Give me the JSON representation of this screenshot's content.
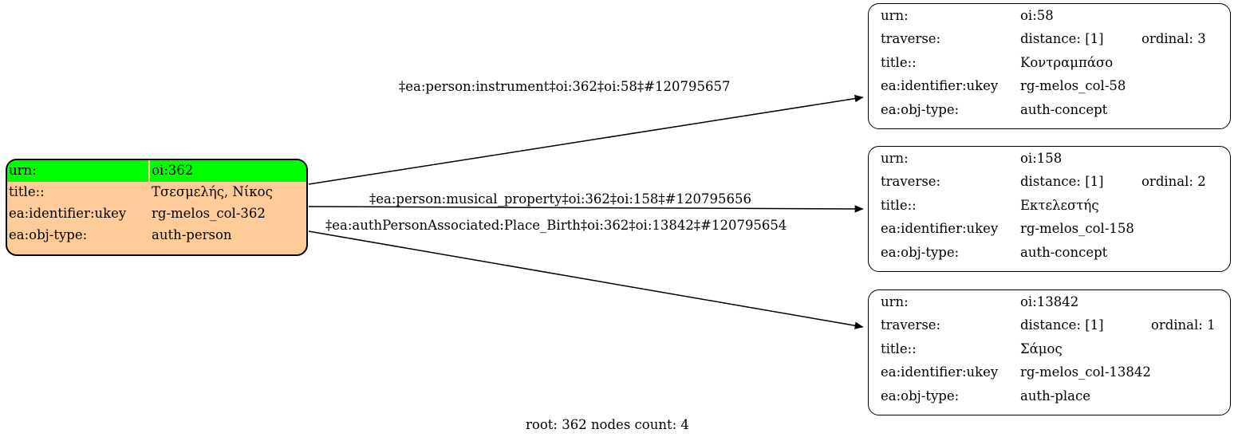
{
  "graph": {
    "caption": "root: 362 nodes count: 4",
    "colors": {
      "root_fill": "#ffcc99",
      "highlight": "#00ff00",
      "node_fill": "#ffffff",
      "stroke": "#000000"
    },
    "root_node": {
      "name": "auth-person-362",
      "rows": [
        {
          "key": "urn:",
          "value": "oi:362",
          "highlight": true
        },
        {
          "key": "title::",
          "value": "Τσεσμελής, Νίκος",
          "highlight": false
        },
        {
          "key": "ea:identifier:ukey",
          "value": "rg-melos_col-362",
          "highlight": false
        },
        {
          "key": "ea:obj-type:",
          "value": "auth-person",
          "highlight": false
        }
      ]
    },
    "target_nodes": [
      {
        "name": "auth-concept-58",
        "rows": [
          {
            "key": "urn:",
            "value": "oi:58",
            "value2": ""
          },
          {
            "key": "traverse:",
            "value": "distance: [1]",
            "value2": "ordinal: 3"
          },
          {
            "key": "title::",
            "value": "Κοντραμπάσο",
            "value2": ""
          },
          {
            "key": "ea:identifier:ukey",
            "value": "rg-melos_col-58",
            "value2": ""
          },
          {
            "key": "ea:obj-type:",
            "value": "auth-concept",
            "value2": ""
          }
        ]
      },
      {
        "name": "auth-concept-158",
        "rows": [
          {
            "key": "urn:",
            "value": "oi:158",
            "value2": ""
          },
          {
            "key": "traverse:",
            "value": "distance: [1]",
            "value2": "ordinal: 2"
          },
          {
            "key": "title::",
            "value": "Εκτελεστής",
            "value2": ""
          },
          {
            "key": "ea:identifier:ukey",
            "value": "rg-melos_col-158",
            "value2": ""
          },
          {
            "key": "ea:obj-type:",
            "value": "auth-concept",
            "value2": ""
          }
        ]
      },
      {
        "name": "auth-place-13842",
        "rows": [
          {
            "key": "urn:",
            "value": "oi:13842",
            "value2": ""
          },
          {
            "key": "traverse:",
            "value": "distance: [1]",
            "value2": "ordinal: 1"
          },
          {
            "key": "title::",
            "value": "Σάμος",
            "value2": ""
          },
          {
            "key": "ea:identifier:ukey",
            "value": "rg-melos_col-13842",
            "value2": ""
          },
          {
            "key": "ea:obj-type:",
            "value": "auth-place",
            "value2": ""
          }
        ]
      }
    ],
    "edges": [
      {
        "label": "‡ea:person:instrument‡oi:362‡oi:58‡#120795657"
      },
      {
        "label": "‡ea:person:musical_property‡oi:362‡oi:158‡#120795656"
      },
      {
        "label": "‡ea:authPersonAssociated:Place_Birth‡oi:362‡oi:13842‡#120795654"
      }
    ]
  }
}
